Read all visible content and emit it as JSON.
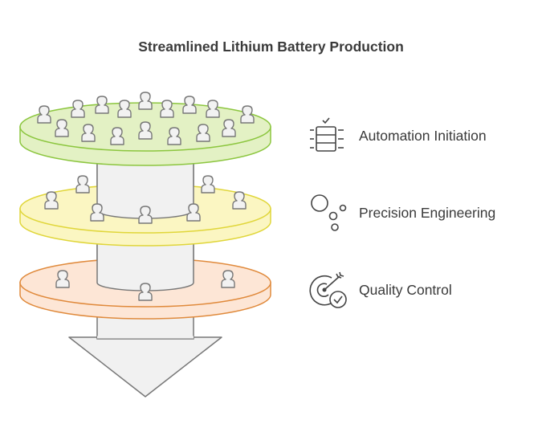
{
  "title": "Streamlined Lithium Battery Production",
  "stages": [
    {
      "label": "Automation Initiation",
      "icon": "server-rack-icon",
      "fill": "#e3f1c4",
      "stroke": "#8cc63f"
    },
    {
      "label": "Precision Engineering",
      "icon": "circles-icon",
      "fill": "#fbf6c2",
      "stroke": "#e0d63a"
    },
    {
      "label": "Quality Control",
      "icon": "target-check-icon",
      "fill": "#fde6d6",
      "stroke": "#e08a3c"
    }
  ]
}
